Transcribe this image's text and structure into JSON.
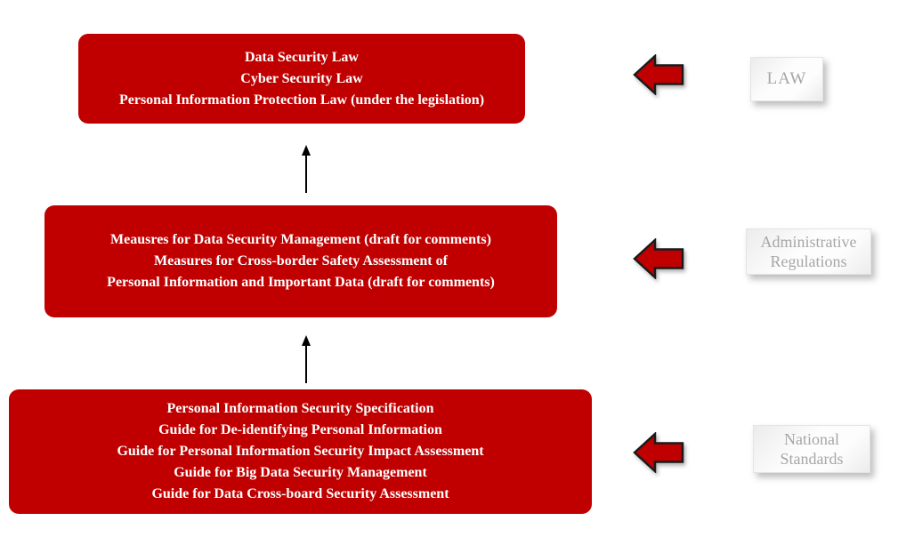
{
  "colors": {
    "box_fill": "#C00000",
    "box_text": "#FFFFFF",
    "arrow_fill": "#C00000",
    "arrow_outline": "#1A1A1A",
    "connector": "#000000",
    "label_text": "#A6A6A6",
    "label_bg_light": "#FDFDFD",
    "label_bg_dark": "#ECECEC"
  },
  "levels": [
    {
      "name": "law",
      "box_lines": [
        "Data Security Law",
        "Cyber Security Law",
        "Personal Information Protection Law (under the legislation)"
      ],
      "label_lines": [
        "LAW"
      ]
    },
    {
      "name": "administrative-regulations",
      "box_lines": [
        "Meausres for Data Security Management (draft for comments)",
        "Measures for Cross-border Safety Assessment of",
        "Personal Information and Important Data (draft for comments)"
      ],
      "label_lines": [
        "Administrative",
        "Regulations"
      ]
    },
    {
      "name": "national-standards",
      "box_lines": [
        "Personal Information Security Specification",
        "Guide for De-identifying Personal Information",
        "Guide for Personal Information Security Impact Assessment",
        "Guide for Big Data Security Management",
        "Guide for Data Cross-board Security Assessment"
      ],
      "label_lines": [
        "National",
        "Standards"
      ]
    }
  ]
}
